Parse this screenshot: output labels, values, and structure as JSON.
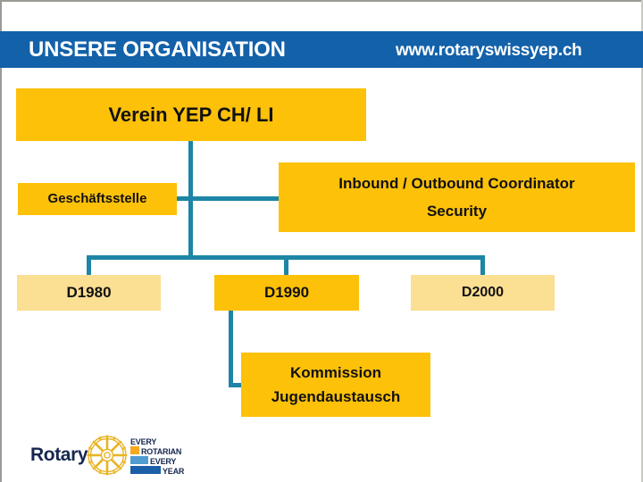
{
  "header": {
    "title": "UNSERE ORGANISATION",
    "url": "www.rotaryswissyep.ch",
    "band_color": "#1361a9",
    "text_color": "#ffffff"
  },
  "chart": {
    "type": "org-chart",
    "connector_color": "#1d85a6",
    "colors": {
      "gold": "#fdc10a",
      "light_gold": "#fbdf92",
      "text": "#111111"
    },
    "nodes": {
      "verein": {
        "label": "Verein YEP CH/ LI",
        "fill": "gold"
      },
      "geschaeftsstelle": {
        "label": "Geschäftsstelle",
        "fill": "gold"
      },
      "inbound": {
        "line1": "Inbound / Outbound Coordinator",
        "line2": "Security",
        "fill": "gold"
      },
      "d1980": {
        "label": "D1980",
        "fill": "light_gold"
      },
      "d1990": {
        "label": "D1990",
        "fill": "gold"
      },
      "d2000": {
        "label": "D2000",
        "fill": "light_gold"
      },
      "kommission": {
        "line1": "Kommission",
        "line2": "Jugendaustausch",
        "fill": "gold"
      }
    }
  },
  "logo": {
    "wordmark": "Rotary",
    "wheel_icon": "rotary-wheel-icon",
    "tagline": {
      "line1": "EVERY",
      "line2": "ROTARIAN",
      "line3": "EVERY",
      "line4": "YEAR"
    },
    "colors": {
      "navy": "#16274f",
      "gold": "#f7a81b",
      "light_blue": "#4f9cd1",
      "blue": "#1b5fa8"
    }
  }
}
